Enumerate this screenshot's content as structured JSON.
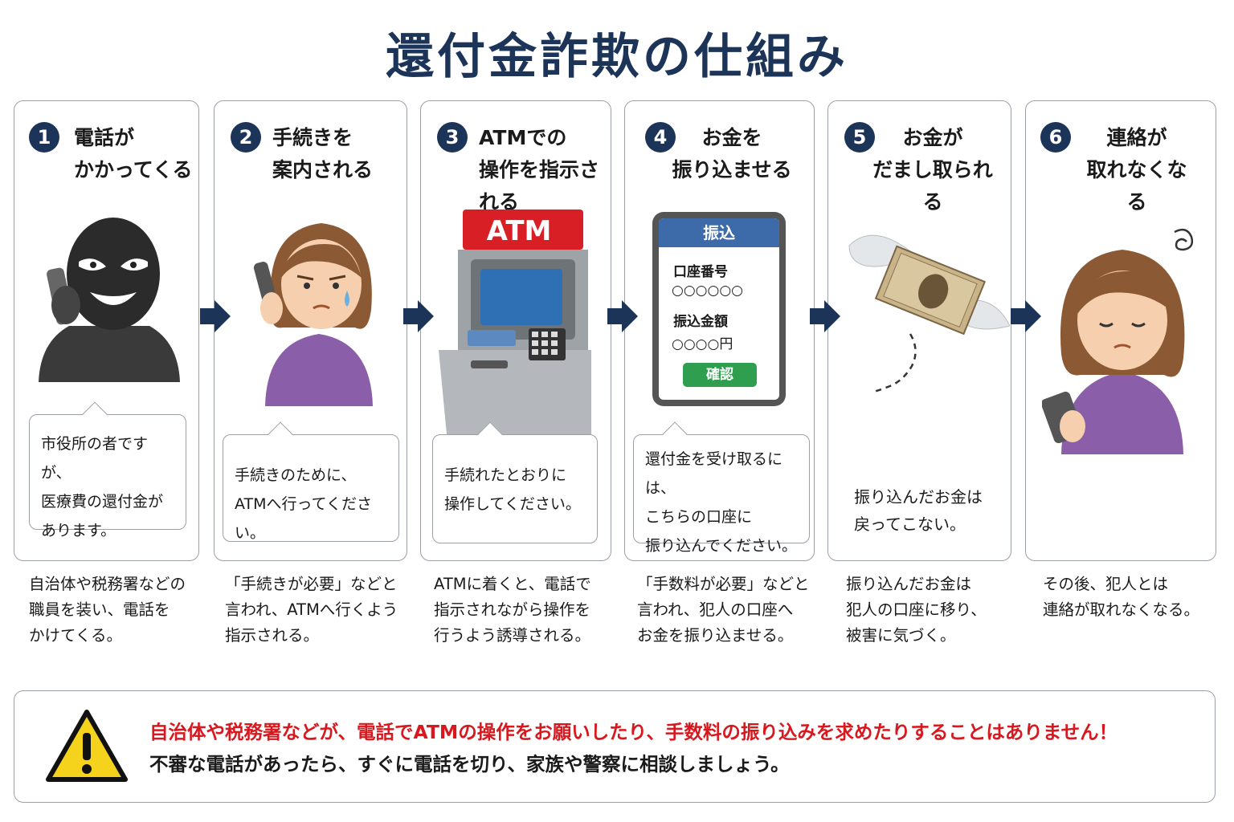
{
  "title": "還付金詐欺の仕組み",
  "steps": [
    {
      "num": "1",
      "title": "電話が\nかかってくる",
      "message": "市役所の者ですが、\n医療費の還付金が\nあります。",
      "description": "自治体や税務署などの\n職員を装い、電話を\nかけてくる。",
      "icon": "masked-criminal-phone-icon"
    },
    {
      "num": "2",
      "title": "手続きを\n案内される",
      "message": "手続きのために、\nATMへ行ってください。",
      "description": "「手続きが必要」などと\n言われ、ATMへ行くよう\n指示される。",
      "icon": "worried-woman-phone-icon"
    },
    {
      "num": "3",
      "title": "ATMでの\n操作を指示される",
      "message": "手続れたとおりに\n操作してください。",
      "description": "ATMに着くと、電話で\n指示されながら操作を\n行うよう誘導される。",
      "icon": "atm-machine-icon"
    },
    {
      "num": "4",
      "title": "お金を\n振り込ませる",
      "message": "還付金を受け取るには、\nこちらの口座に\n振り込んでください。",
      "description": "「手数料が必要」などと\n言われ、犯人の口座へ\nお金を振り込ませる。",
      "icon": "transfer-screen-icon"
    },
    {
      "num": "5",
      "title": "お金が\nだまし取られる",
      "message": "振り込んだお金は\n戻ってこない。",
      "description": "振り込んだお金は\n犯人の口座に移り、\n被害に気づく。",
      "icon": "flying-money-icon"
    },
    {
      "num": "6",
      "title": "連絡が\n取れなくなる",
      "message": "",
      "description": "その後、犯人とは\n連絡が取れなくなる。",
      "icon": "sad-woman-phone-icon"
    }
  ],
  "atm_label": "ATM",
  "transfer_screen": {
    "header": "振込",
    "account_label": "口座番号",
    "account_value": "○○○○○○",
    "amount_label": "振込金額",
    "amount_value": "○○○○円",
    "confirm_button": "確認"
  },
  "warning": {
    "icon": "warning-triangle-icon",
    "line1": "自治体や税務署などが、電話でATMの操作をお願いしたり、手数料の振り込みを求めたりすることはありません！",
    "line2": "不審な電話があったら、すぐに電話を切り、家族や警察に相談しましょう。"
  },
  "colors": {
    "navy": "#1d3459",
    "red": "#d7191f",
    "purple": "#8a5ea8",
    "green": "#2f9e4f",
    "yellow": "#f5d31c"
  }
}
